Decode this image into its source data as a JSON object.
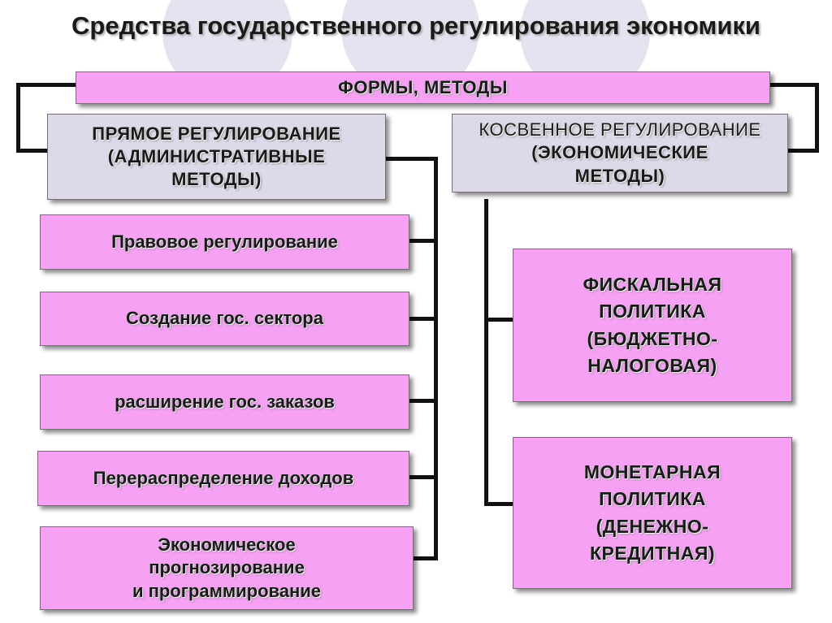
{
  "title": "Средства государственного  регулирования экономики",
  "header": "ФОРМЫ, МЕТОДЫ",
  "direct": {
    "line1": "ПРЯМОЕ РЕГУЛИРОВАНИЕ",
    "line2": "(АДМИНИСТРАТИВНЫЕ",
    "line3": "МЕТОДЫ)"
  },
  "indirect": {
    "line1": "КОСВЕННОЕ РЕГУЛИРОВАНИЕ",
    "line2": "(ЭКОНОМИЧЕСКИЕ",
    "line3": "МЕТОДЫ)"
  },
  "direct_items": [
    "Правовое регулирование",
    "Создание гос. сектора",
    "расширение гос. заказов",
    "Перераспределение доходов",
    "Экономическое",
    "прогнозирование",
    "и программирование"
  ],
  "fiscal": {
    "line1": "ФИСКАЛЬНАЯ",
    "line2": "ПОЛИТИКА",
    "line3": "(БЮДЖЕТНО-",
    "line4": "НАЛОГОВАЯ)"
  },
  "monetary": {
    "line1": "МОНЕТАРНАЯ",
    "line2": "ПОЛИТИКА",
    "line3": "(ДЕНЕЖНО-",
    "line4": "КРЕДИТНАЯ)"
  },
  "colors": {
    "pink": "#f7a1f5",
    "grey": "#ddd9e8",
    "line": "#111111"
  }
}
